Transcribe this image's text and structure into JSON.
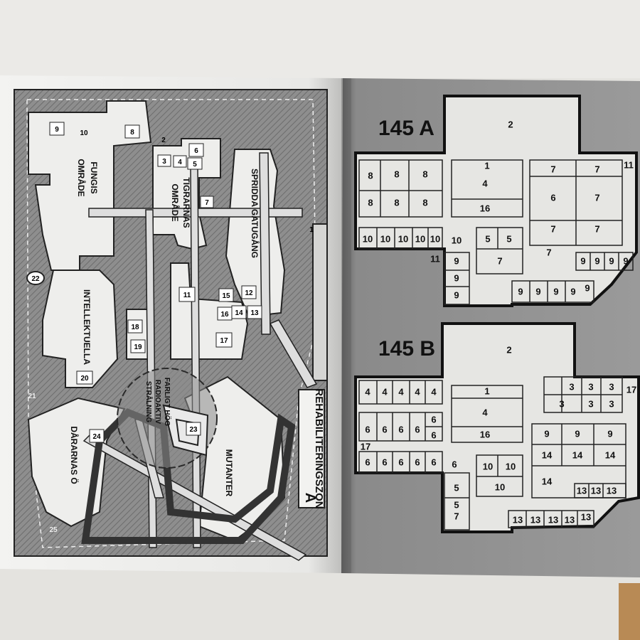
{
  "left_page": {
    "zone_title_line1": "REHABILITERINGSZON",
    "zone_title_line2": "A",
    "areas": {
      "fungis": "FUNGIS",
      "fungis_2": "OMRÅDE",
      "tigrarnas": "TIGRARNAS",
      "tigrarnas_2": "OMRÅDE",
      "spridda": "SPRIDDA GATUGÅNG",
      "intellektuella": "INTELLEKTUELLA",
      "darnas": "DÅRARNAS Ö",
      "mutanter": "MUTANTER",
      "danger_1": "FARLIGT HÖG",
      "danger_2": "RADIOAKTIV",
      "danger_3": "STRÅLNING"
    },
    "markers": [
      "1",
      "2",
      "3",
      "4",
      "5",
      "6",
      "7",
      "8",
      "9",
      "10",
      "11",
      "12",
      "13",
      "14",
      "15",
      "16",
      "17",
      "18",
      "19",
      "20",
      "21",
      "22",
      "23",
      "24",
      "25"
    ]
  },
  "right_page": {
    "plan_a": {
      "title": "145 A",
      "cells": [
        "2",
        "1",
        "4",
        "16",
        "8",
        "8",
        "8",
        "8",
        "8",
        "8",
        "7",
        "7",
        "6",
        "7",
        "7",
        "7",
        "7",
        "11",
        "10",
        "10",
        "10",
        "10",
        "10",
        "10",
        "5",
        "5",
        "7",
        "9",
        "9",
        "9",
        "9",
        "9",
        "9",
        "9",
        "9",
        "9",
        "9",
        "9",
        "9",
        "11"
      ]
    },
    "plan_b": {
      "title": "145 B",
      "cells": [
        "2",
        "1",
        "4",
        "16",
        "4",
        "4",
        "4",
        "4",
        "4",
        "6",
        "6",
        "6",
        "6",
        "6",
        "6",
        "3",
        "3",
        "3",
        "3",
        "3",
        "3",
        "17",
        "9",
        "9",
        "9",
        "14",
        "14",
        "14",
        "14",
        "6",
        "6",
        "6",
        "6",
        "6",
        "6",
        "10",
        "10",
        "10",
        "5",
        "5",
        "7",
        "13",
        "13",
        "13",
        "13",
        "13",
        "13",
        "13",
        "13",
        "17"
      ]
    }
  }
}
